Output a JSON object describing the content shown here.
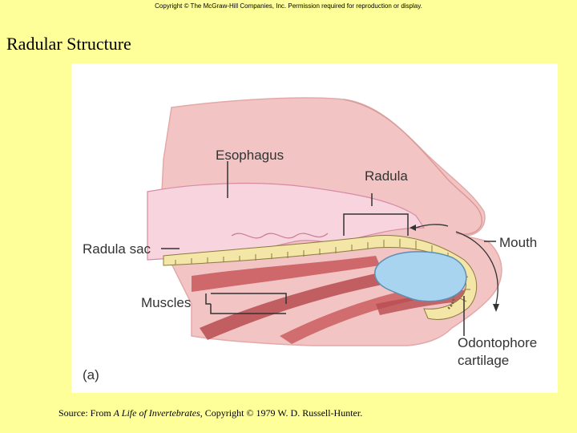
{
  "header": {
    "copyright": "Copyright © The McGraw-Hill Companies, Inc. Permission required for reproduction or display."
  },
  "slide": {
    "title": "Radular Structure"
  },
  "figure": {
    "panel_label": "(a)",
    "labels": {
      "esophagus": "Esophagus",
      "radula": "Radula",
      "radula_sac": "Radula sac",
      "mouth": "Mouth",
      "muscles": "Muscles",
      "odontophore_line1": "Odontophore",
      "odontophore_line2": "cartilage"
    }
  },
  "source": {
    "prefix": "Source: From ",
    "book_title": "A Life of Invertebrates",
    "suffix": ", Copyright © 1979 W. D. Russell-Hunter."
  },
  "colors": {
    "background": "#FFFF99",
    "tissue_pink": "#F2C4C4",
    "lumen_pink": "#F7D4DE",
    "muscle_red": "#C8585A",
    "cartilage_blue": "#A8D4F0",
    "radula_yellow": "#F4E6A6"
  }
}
